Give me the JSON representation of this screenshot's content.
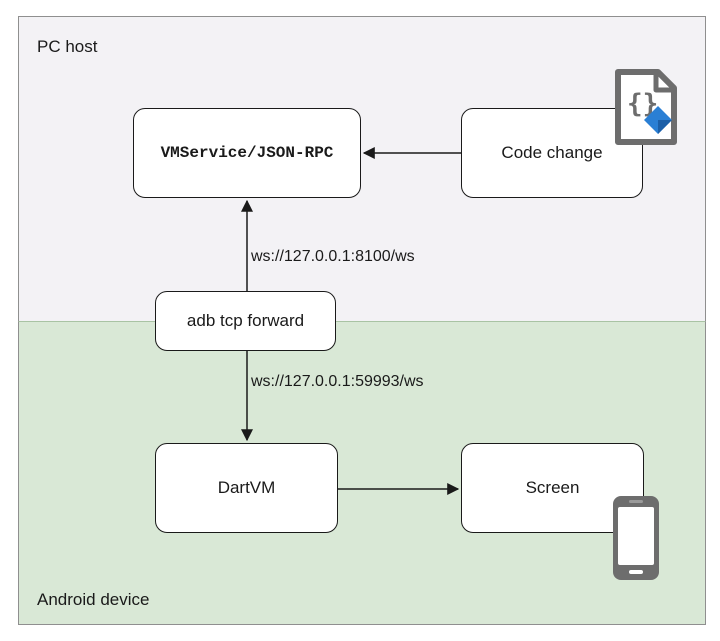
{
  "regions": {
    "pc": {
      "label": "PC host",
      "color": "#f3f2f5"
    },
    "android": {
      "label": "Android device",
      "color": "#d9e8d6"
    }
  },
  "nodes": {
    "vmservice": "VMService/JSON-RPC",
    "code_change": "Code change",
    "adb_forward": "adb tcp forward",
    "dartvm": "DartVM",
    "screen": "Screen"
  },
  "edges": {
    "host_ws": "ws://127.0.0.1:8100/ws",
    "device_ws": "ws://127.0.0.1:59993/ws"
  },
  "icons": {
    "code_file": "code-file-icon",
    "phone": "smartphone-icon"
  },
  "colors": {
    "accent_blue": "#2a7fd4",
    "icon_gray": "#6d6d6d"
  }
}
